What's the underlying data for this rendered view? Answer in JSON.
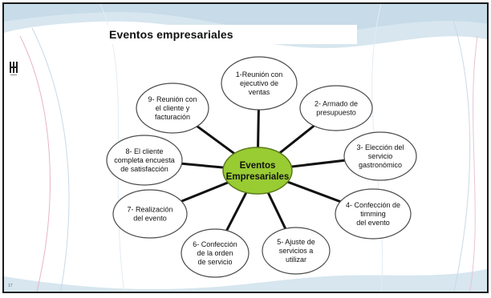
{
  "slide": {
    "title": "Eventos empresariales",
    "page_number": "17"
  },
  "diagram": {
    "center": {
      "lines": [
        "Eventos",
        "Empresariales"
      ]
    },
    "nodes": [
      {
        "lines": [
          "1-Reunión con",
          "ejecutivo de",
          "ventas"
        ]
      },
      {
        "lines": [
          "2- Armado de",
          "presupuesto"
        ]
      },
      {
        "lines": [
          "3- Elección del",
          "servicio",
          "gastronómico"
        ]
      },
      {
        "lines": [
          "4- Confección de",
          "timming",
          "del evento"
        ]
      },
      {
        "lines": [
          "5- Ajuste de",
          "servicios a",
          "utilizar"
        ]
      },
      {
        "lines": [
          "6- Confección",
          "de la orden",
          "de servicio"
        ]
      },
      {
        "lines": [
          "7- Realización",
          "del evento"
        ]
      },
      {
        "lines": [
          "8- El cliente",
          "completa encuesta",
          "de satisfacción"
        ]
      },
      {
        "lines": [
          "9- Reunión con",
          "el cliente y",
          "facturación"
        ]
      }
    ]
  },
  "colors": {
    "center_fill": "#99cc33",
    "center_stroke": "#5a7a1a",
    "node_fill": "#ffffff",
    "node_stroke": "#4a4a4a",
    "spoke": "#111111",
    "title_bar": "#ffffff",
    "background_wave": "#c9dce8"
  }
}
